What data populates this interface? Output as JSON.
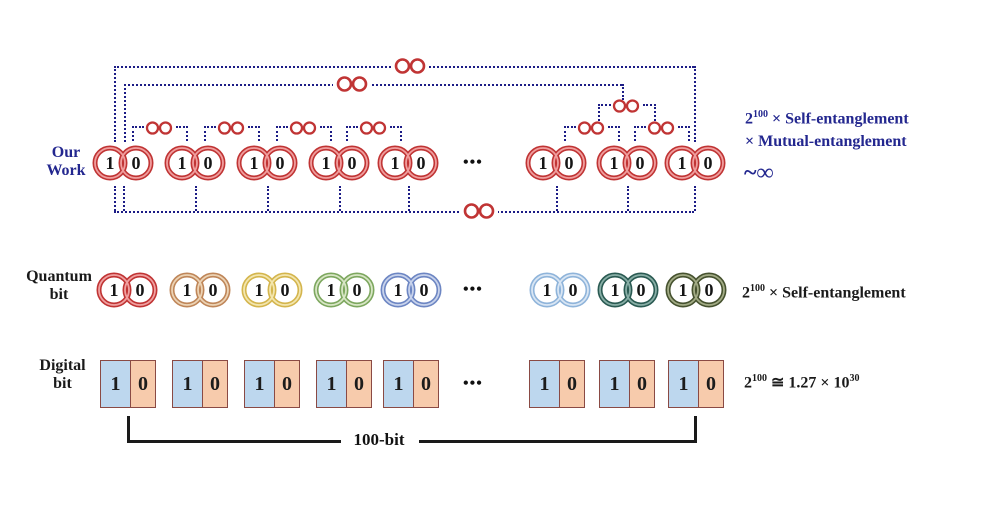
{
  "bits": {
    "one": "1",
    "zero": "0"
  },
  "ellipsis": "•••",
  "colors": {
    "dotted_line": "#1c1c86",
    "accent_blue": "#23278f",
    "text_black": "#1a1a1a",
    "connector_red": "#c03434"
  },
  "our_work": {
    "label": [
      "Our",
      "Work"
    ],
    "qubit_color": {
      "main": "#c03434",
      "inner": "#f09e9e"
    },
    "annotation_line1": {
      "base": "2",
      "sup": "100",
      "rest": " × Self-entanglement"
    },
    "annotation_line2": "× Mutual-entanglement",
    "annotation_line3": "~∞"
  },
  "quantum": {
    "label": [
      "Quantum",
      "bit"
    ],
    "annotation": {
      "base": "2",
      "sup": "100",
      "rest": " × Self-entanglement"
    },
    "qubit_colors": [
      {
        "main": "#c03434",
        "inner": "#f0a0a0"
      },
      {
        "main": "#bf8659",
        "inner": "#ecd3b4"
      },
      {
        "main": "#d4b54d",
        "inner": "#f3e6ae"
      },
      {
        "main": "#7da75f",
        "inner": "#d8e6c5"
      },
      {
        "main": "#6d86c3",
        "inner": "#c8d3ec"
      },
      {
        "main": "#8fb4da",
        "inner": "#d9e6f4"
      },
      {
        "main": "#2a5a52",
        "inner": "#88aea6"
      },
      {
        "main": "#46522f",
        "inner": "#a2ab85"
      }
    ]
  },
  "digital": {
    "label": [
      "Digital",
      "bit"
    ],
    "annotation": {
      "base": "2",
      "sup": "100",
      "mid": " ≅ 1.27 × 10",
      "sup2": "30"
    },
    "cell_one_color": "#bdd7ee",
    "cell_zero_color": "#f7cbac",
    "cell_border": "#8a4a44"
  },
  "bracket": {
    "label": "100-bit"
  }
}
